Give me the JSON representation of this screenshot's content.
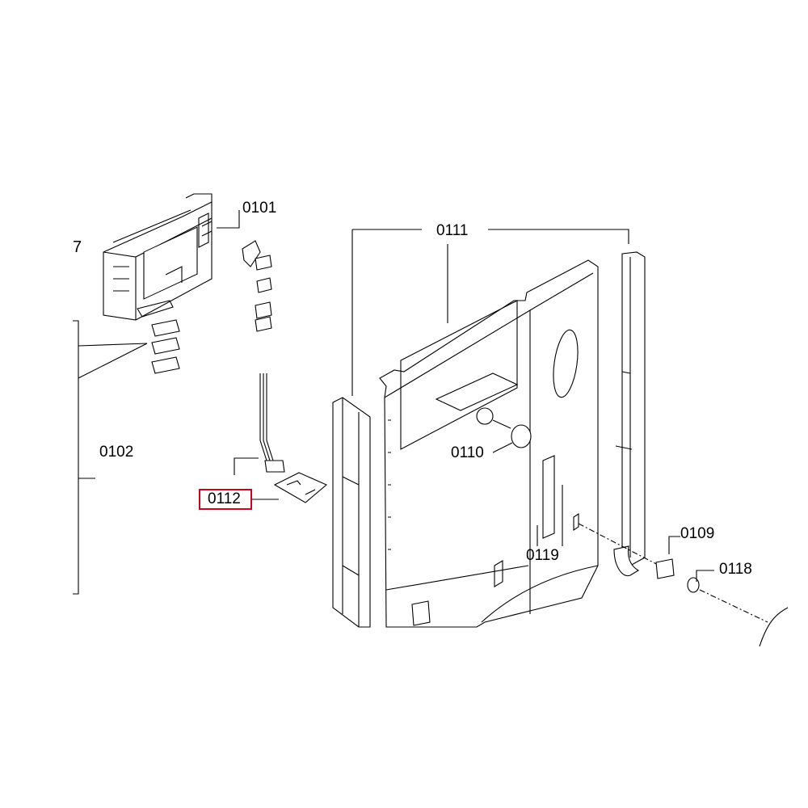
{
  "figure_number": "7",
  "labels": {
    "p0101": "0101",
    "p0102": "0102",
    "p0111": "0111",
    "p0110": "0110",
    "p0112": "0112",
    "p0119": "0119",
    "p0109": "0109",
    "p0118": "0118"
  },
  "highlighted_part": "0112",
  "colors": {
    "highlight": "#d0021b",
    "line": "#000000",
    "background": "#ffffff"
  }
}
